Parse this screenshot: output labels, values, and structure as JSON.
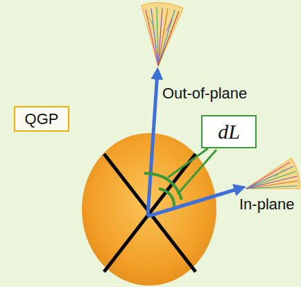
{
  "diagram": {
    "nodes": [
      {
        "text": [
          "QGP"
        ]
      },
      {
        "text": [
          "dL"
        ]
      }
    ],
    "labels": [
      "Out-of-plane",
      "In-plane"
    ]
  }
}
